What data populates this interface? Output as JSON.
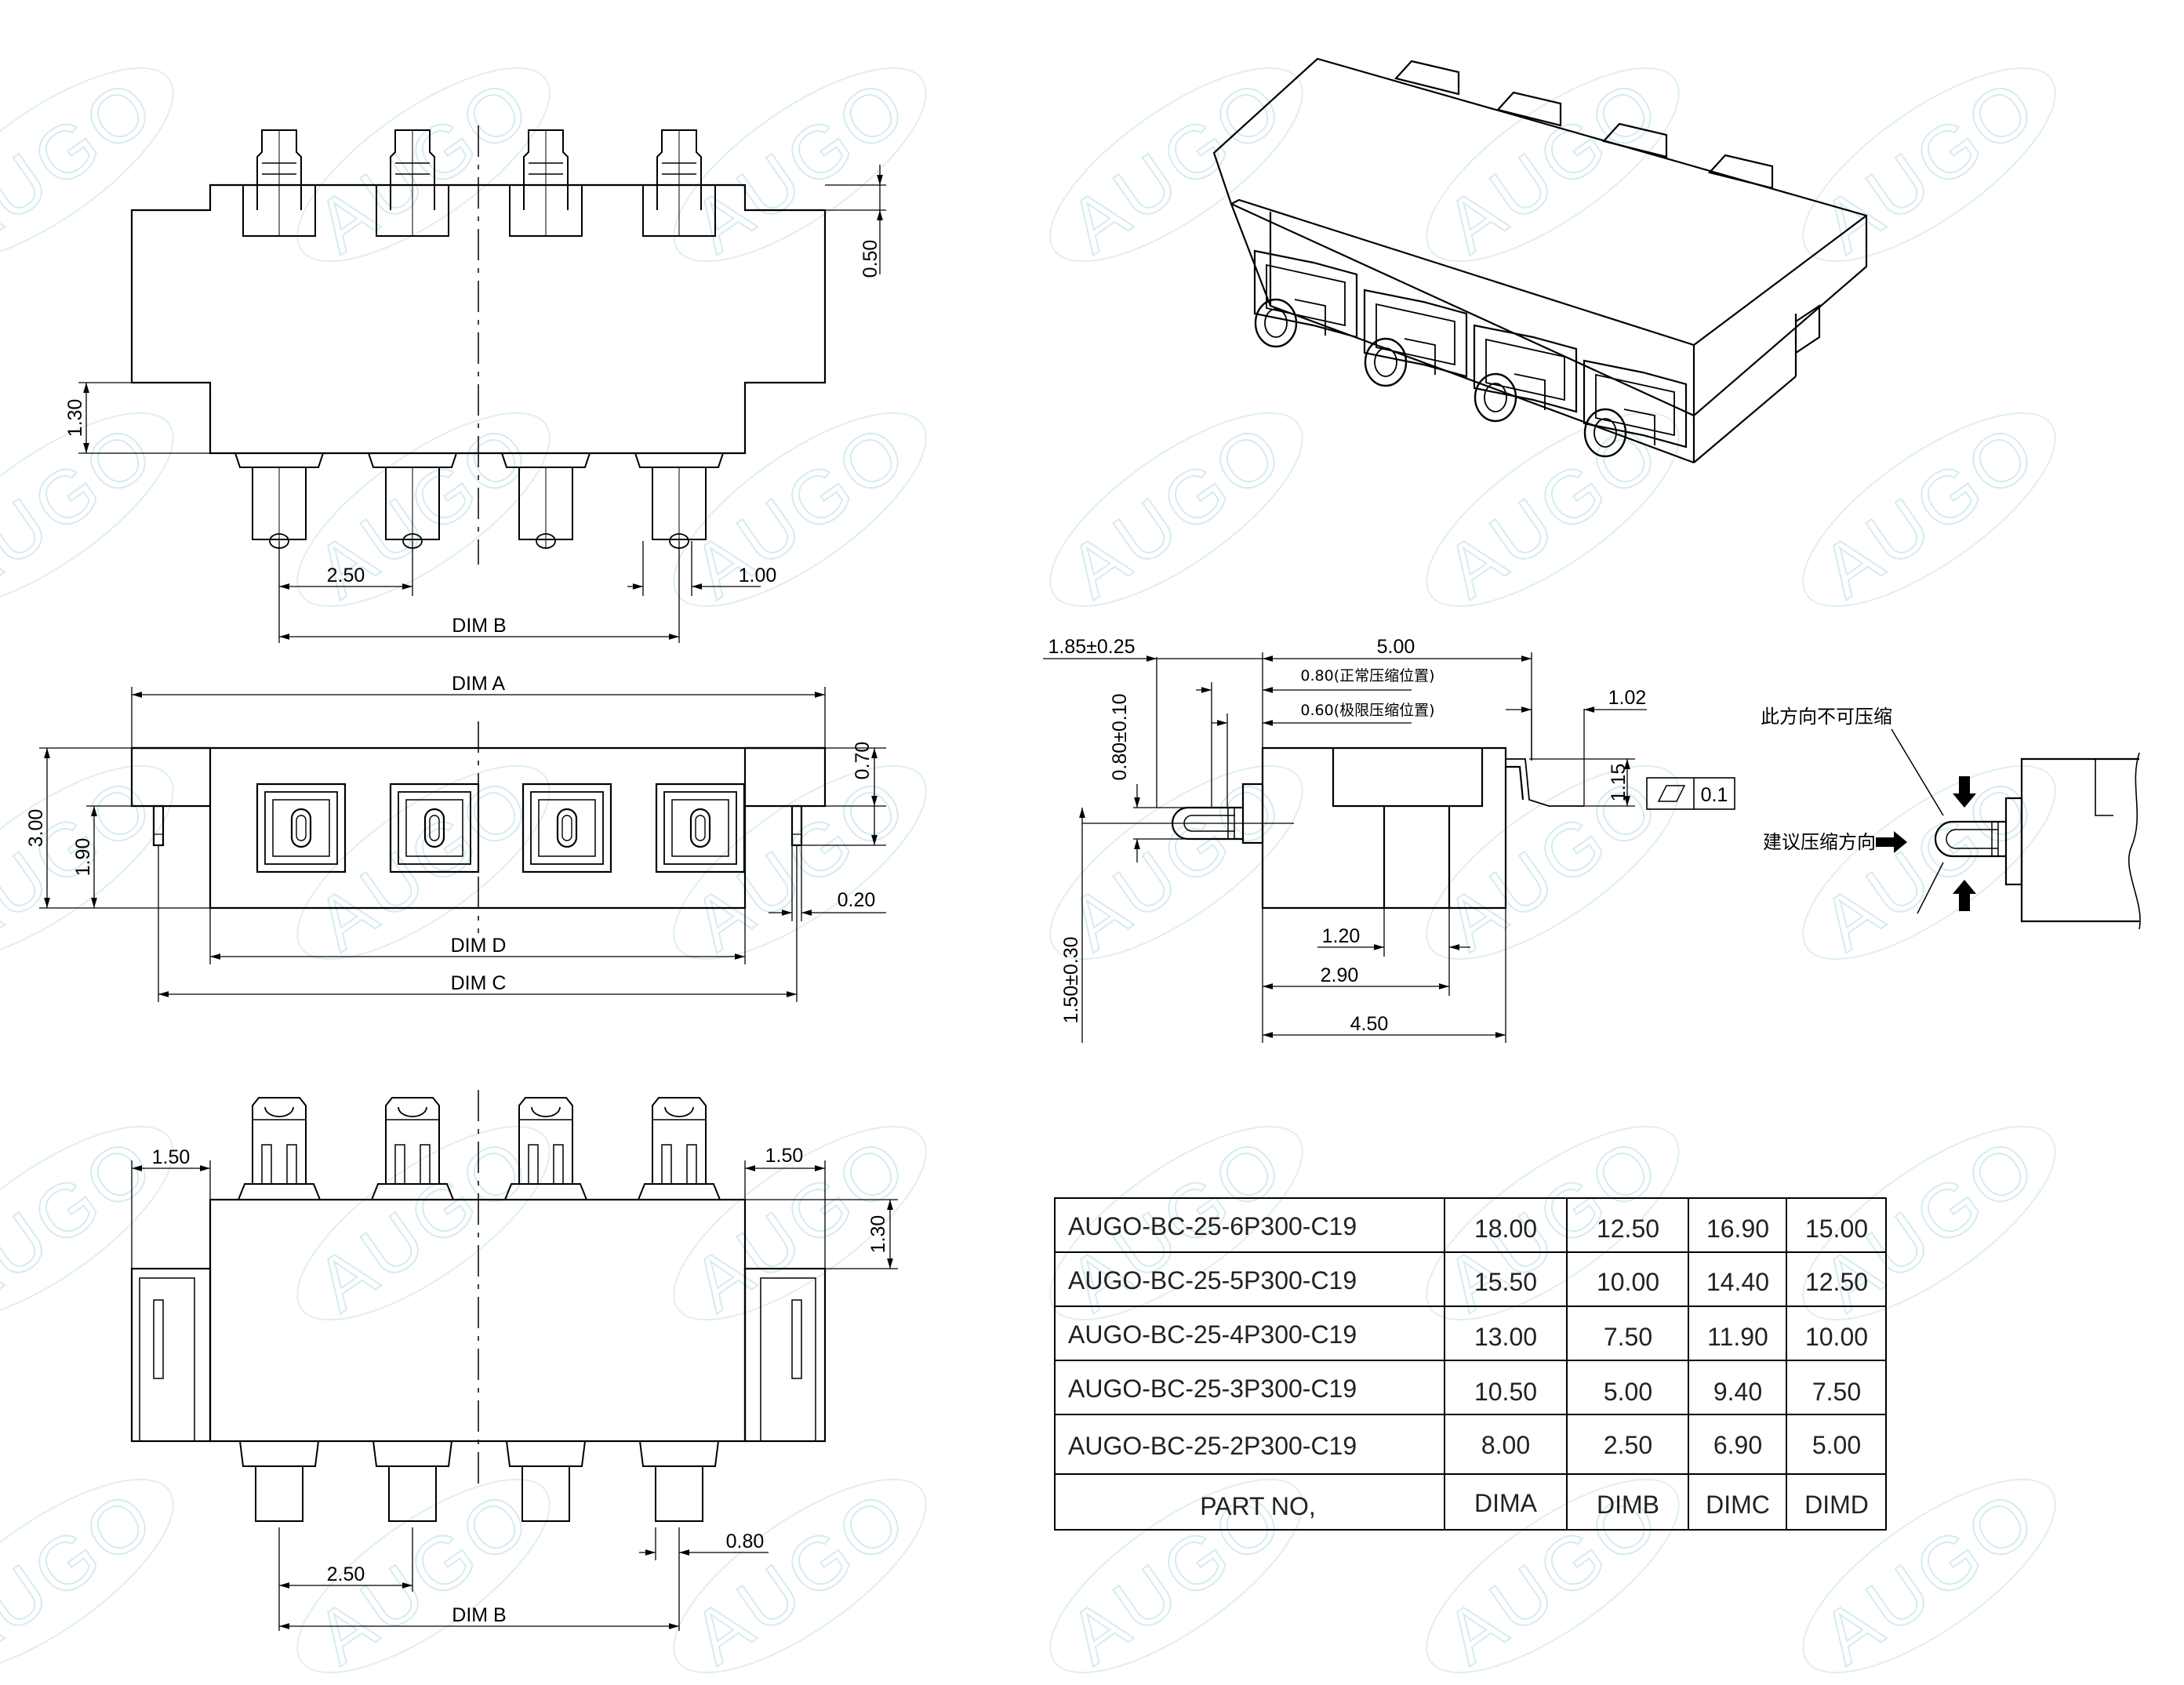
{
  "watermark": {
    "text": "AUGO",
    "color": "#b3dce6"
  },
  "top_view": {
    "dim_050": "0.50",
    "dim_130": "1.30",
    "dim_250": "2.50",
    "dim_100": "1.00",
    "dim_b": "DIM B"
  },
  "front_view": {
    "dim_a": "DIM A",
    "dim_300": "3.00",
    "dim_190": "1.90",
    "dim_070": "0.70",
    "dim_020": "0.20",
    "dim_d": "DIM D",
    "dim_c": "DIM C"
  },
  "bottom_view": {
    "dim_150_left": "1.50",
    "dim_150_right": "1.50",
    "dim_130": "1.30",
    "dim_250": "2.50",
    "dim_080": "0.80",
    "dim_b": "DIM B"
  },
  "side_view": {
    "dim_185": "1.85±0.25",
    "dim_500": "5.00",
    "dim_080_normal": "0.80(正常压缩位置)",
    "dim_060_limit": "0.60(极限压缩位置)",
    "dim_102": "1.02",
    "dim_080_010": "0.80±0.10",
    "dim_115": "1.15",
    "flatness": "0.1",
    "dim_150_030": "1.50±0.30",
    "dim_120": "1.20",
    "dim_290": "2.90",
    "dim_450": "4.50"
  },
  "compression_note": {
    "no_compress": "此方向不可压缩",
    "suggest": "建议压缩方向"
  },
  "table": {
    "rows": [
      {
        "part": "AUGO-BC-25-6P300-C19",
        "a": "18.00",
        "b": "12.50",
        "c": "16.90",
        "d": "15.00"
      },
      {
        "part": "AUGO-BC-25-5P300-C19",
        "a": "15.50",
        "b": "10.00",
        "c": "14.40",
        "d": "12.50"
      },
      {
        "part": "AUGO-BC-25-4P300-C19",
        "a": "13.00",
        "b": "7.50",
        "c": "11.90",
        "d": "10.00"
      },
      {
        "part": "AUGO-BC-25-3P300-C19",
        "a": "10.50",
        "b": "5.00",
        "c": "9.40",
        "d": "7.50"
      },
      {
        "part": "AUGO-BC-25-2P300-C19",
        "a": "8.00",
        "b": "2.50",
        "c": "6.90",
        "d": "5.00"
      }
    ],
    "header": {
      "part": "PART NO,",
      "a": "DIMA",
      "b": "DIMB",
      "c": "DIMC",
      "d": "DIMD"
    }
  }
}
